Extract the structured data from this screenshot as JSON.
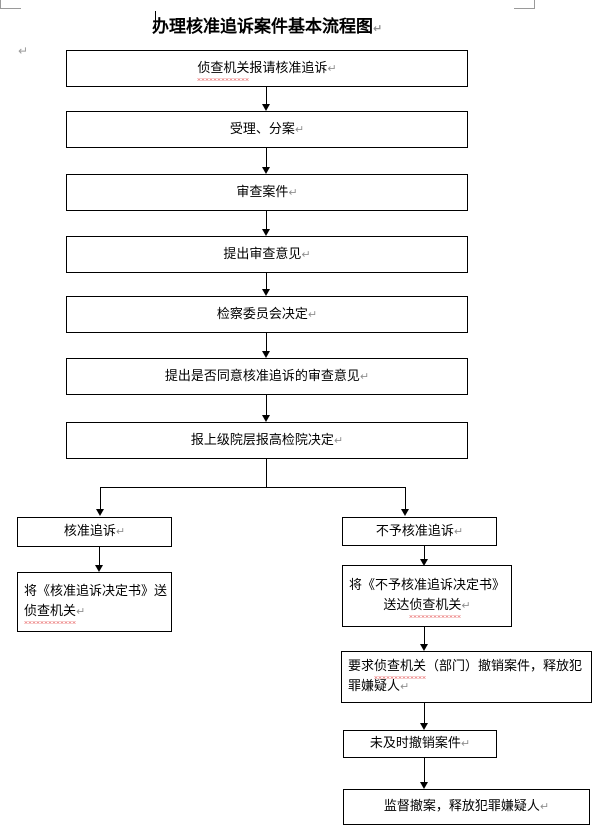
{
  "document": {
    "title": "办理核准追诉案件基本流程图",
    "return_mark": "↵",
    "left_margin_mark": "↵"
  },
  "flow": {
    "main_chain": [
      {
        "id": "n1",
        "text": "侦查机关报请核准追诉",
        "misspelled_prefix": "侦查机关",
        "misspelled_rest": "报请核准追诉"
      },
      {
        "id": "n2",
        "text": "受理、分案"
      },
      {
        "id": "n3",
        "text": "审查案件"
      },
      {
        "id": "n4",
        "text": "提出审查意见"
      },
      {
        "id": "n5",
        "text": "检察委员会决定"
      },
      {
        "id": "n6",
        "text": "提出是否同意核准追诉的审查意见"
      },
      {
        "id": "n7",
        "text": "报上级院层报高检院决定"
      }
    ],
    "branch_left": [
      {
        "id": "l1",
        "text": "核准追诉"
      },
      {
        "id": "l2",
        "line1_pre": "将《核准追诉决定书》送",
        "line2_misspelled": "侦查机关"
      }
    ],
    "branch_right": [
      {
        "id": "r1",
        "text": "不予核准追诉"
      },
      {
        "id": "r2",
        "line1": "将《不予核准追诉决定书》",
        "line2_pre": "送达",
        "line2_misspelled": "侦查机关"
      },
      {
        "id": "r3",
        "line1_pre": "要求",
        "line1_misspelled": "侦查机关",
        "line1_post": "（部门）撤销案件，释放犯",
        "line2": "罪嫌疑人"
      },
      {
        "id": "r4",
        "text": "未及时撤销案件"
      },
      {
        "id": "r5",
        "text": "监督撤案，释放犯罪嫌疑人"
      }
    ]
  },
  "colors": {
    "box_border": "#000000",
    "connector": "#000000",
    "spellcheck_underline": "#e03131",
    "return_mark": "#8f8f8f",
    "crop_mark": "#9a9a9a"
  }
}
